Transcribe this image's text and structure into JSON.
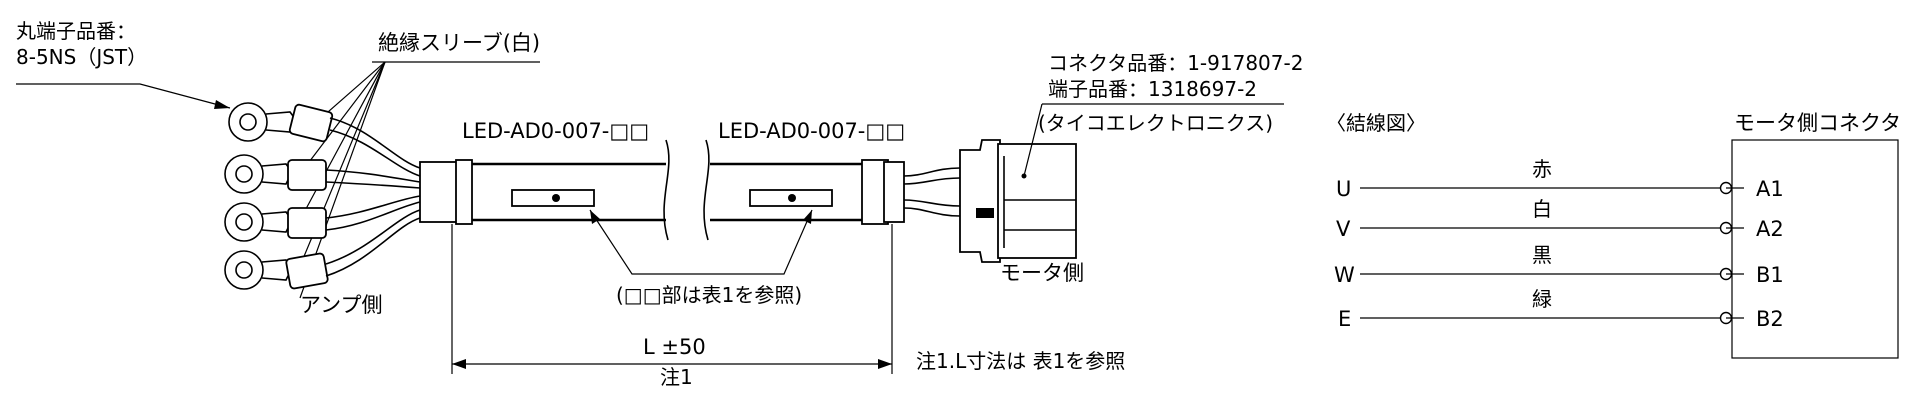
{
  "labels": {
    "terminal_part_title": "丸端子品番：",
    "terminal_part_no": "8-5NS（JST）",
    "sleeve": "絶縁スリーブ(白)",
    "connector_part": "コネクタ品番：1-917807-2",
    "contact_part": "端子品番：1318697-2",
    "maker": "(タイコエレクトロニクス)",
    "cable_mark_1": "LED-AD0-007-□□",
    "cable_mark_2": "LED-AD0-007-□□",
    "mark_note": "(□□部は表1を参照)",
    "amp_side": "アンプ側",
    "motor_side": "モータ側",
    "length": "L ±50",
    "note_ref": "注1",
    "note": "注1.L寸法は 表1を参照"
  },
  "wiring": {
    "title": "〈結線図〉",
    "connector_title": "モータ側コネクタ",
    "rows": [
      {
        "signal": "U",
        "color": "赤",
        "pin": "A1"
      },
      {
        "signal": "V",
        "color": "白",
        "pin": "A2"
      },
      {
        "signal": "W",
        "color": "黒",
        "pin": "B1"
      },
      {
        "signal": "E",
        "color": "緑",
        "pin": "B2"
      }
    ]
  }
}
